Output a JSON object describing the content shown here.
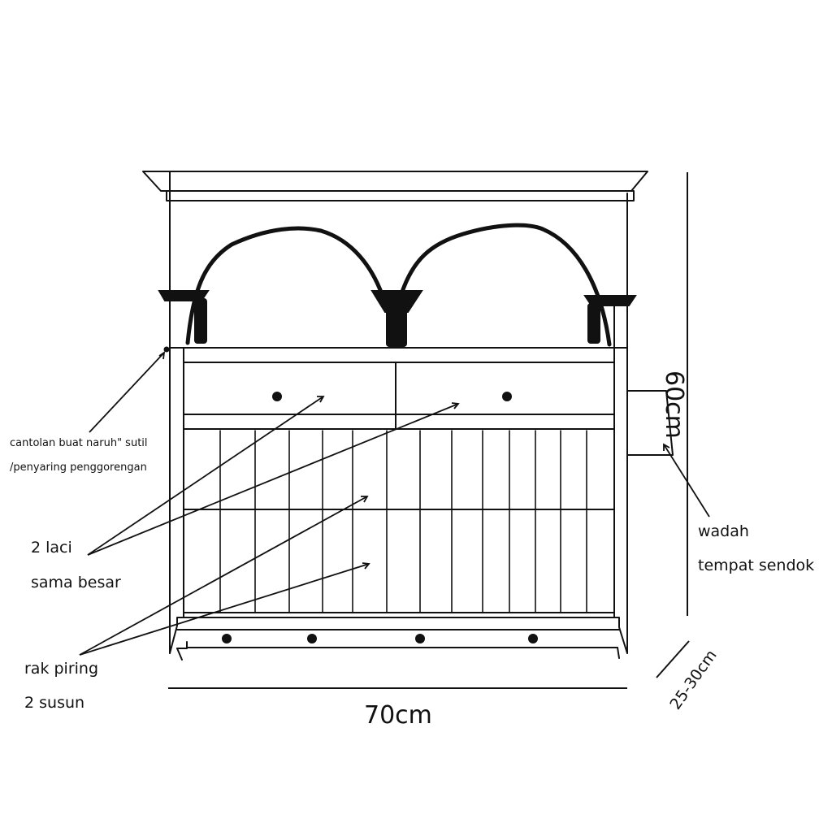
{
  "labels": {
    "hook_line1": "cantolan buat naruh\" sutil",
    "hook_line2": "/penyaring penggorengan",
    "drawers_line1": "2 laci",
    "drawers_line2": "sama besar",
    "rack_line1": "rak piring",
    "rack_line2": "2 susun",
    "spoon_line1": "wadah",
    "spoon_line2": "tempat sendok"
  },
  "dimensions": {
    "width": "70cm",
    "height": "60cm",
    "depth": "25-30cm"
  },
  "colors": {
    "ink": "#111111",
    "background": "#ffffff"
  }
}
